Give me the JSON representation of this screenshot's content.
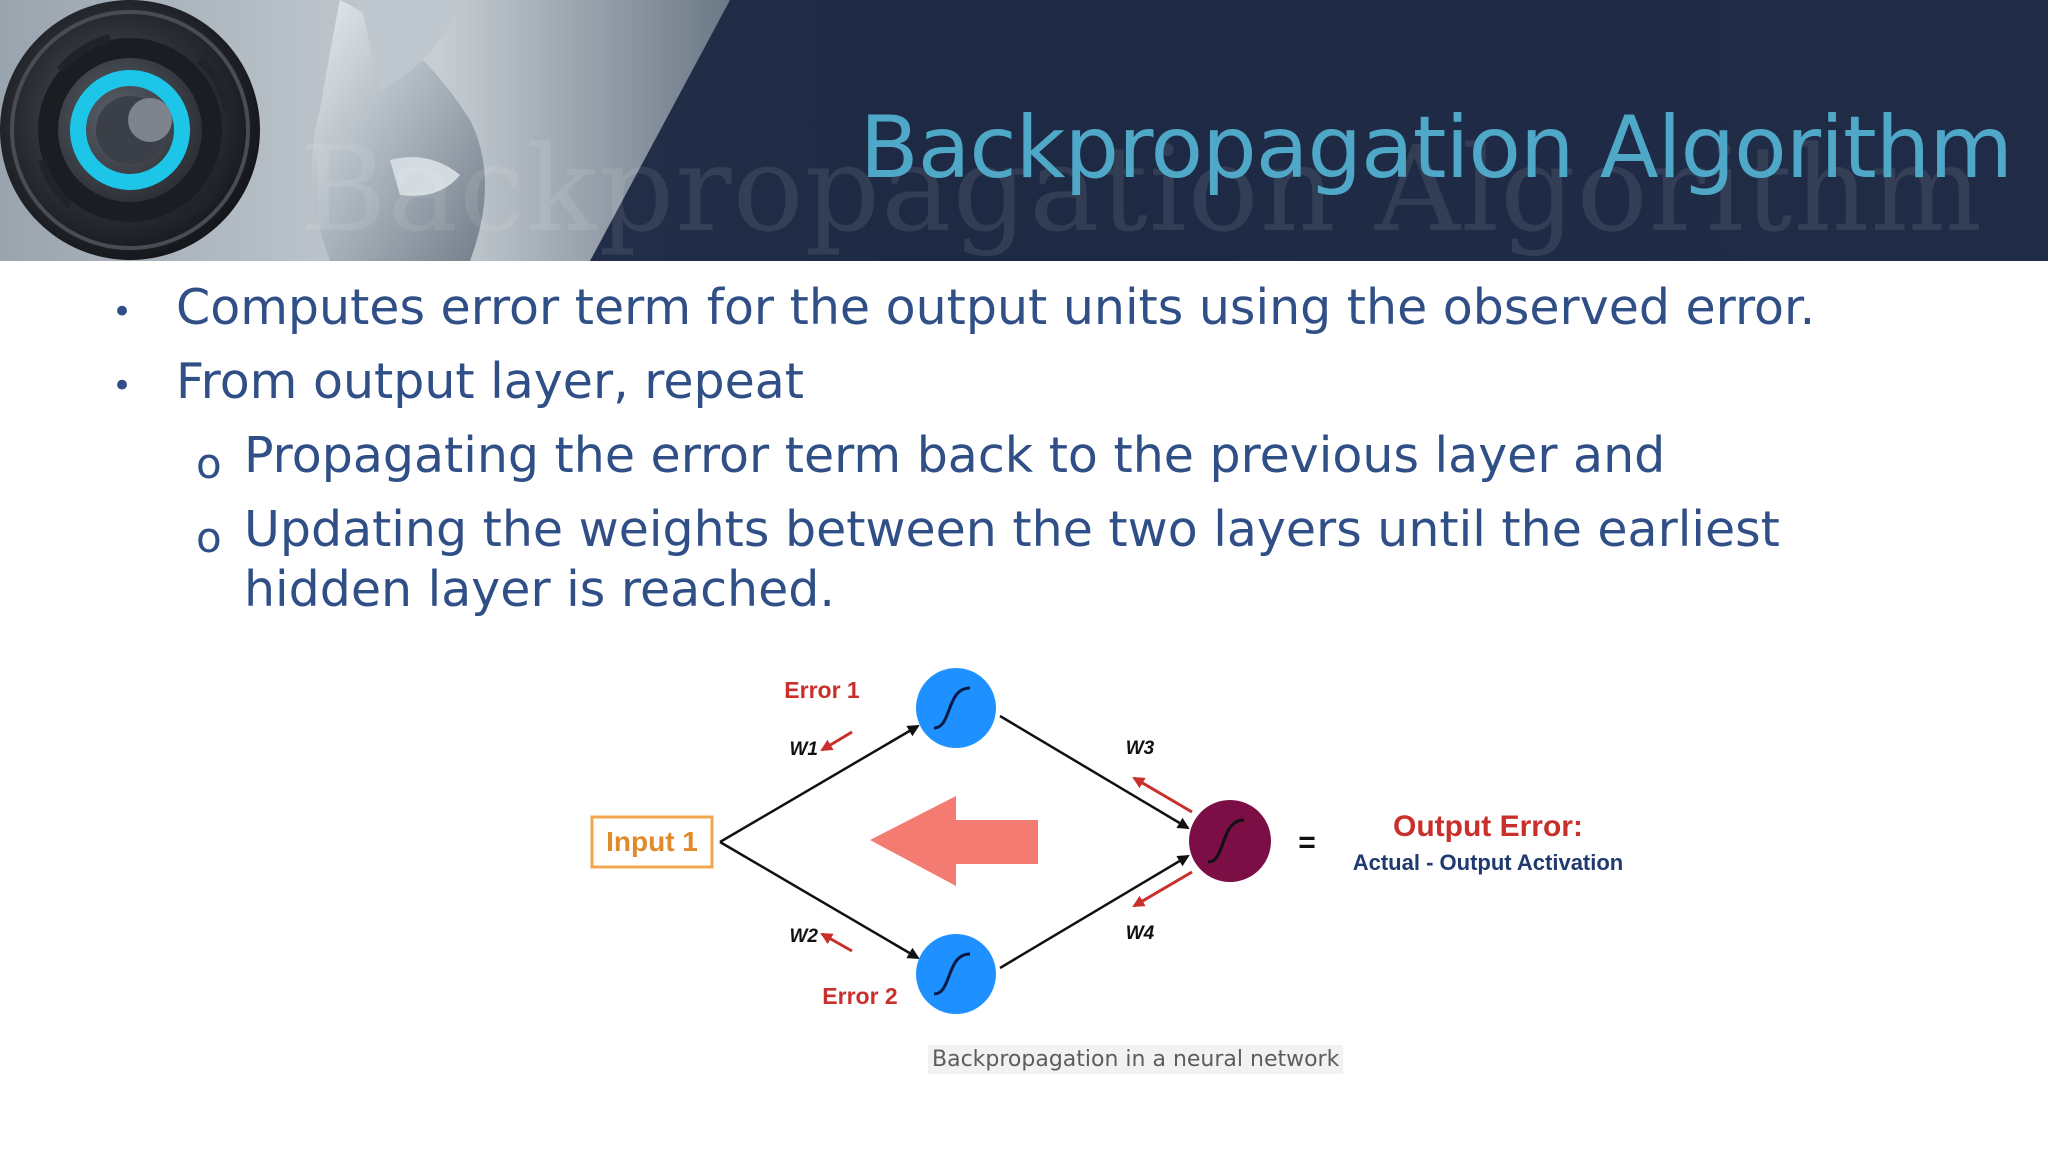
{
  "slide": {
    "title": "Backpropagation Algorithm",
    "watermark_text": "Backpropagation Algorithm"
  },
  "bullets": [
    {
      "marker": "•",
      "text": "Computes error term for the output units using the observed error."
    },
    {
      "marker": "•",
      "text": "From output layer, repeat"
    }
  ],
  "sub_bullets": [
    {
      "marker": "o",
      "lines": [
        "Propagating the error term back to the previous layer and"
      ]
    },
    {
      "marker": "o",
      "lines": [
        "Updating the weights between the two layers until the earliest",
        "hidden layer is reached."
      ]
    }
  ],
  "diagram": {
    "input_label": "Input 1",
    "error_1": "Error 1",
    "error_2": "Error 2",
    "w1": "W1",
    "w2": "W2",
    "w3": "W3",
    "w4": "W4",
    "equals": "=",
    "output_error_title": "Output Error:",
    "output_error_formula": "Actual - Output Activation",
    "caption": "Backpropagation in a neural network",
    "colors": {
      "hidden_node": "#1e90ff",
      "output_node": "#7a0e45",
      "arrow_big": "#f47b72",
      "error_text": "#c9302c",
      "input_box_border": "#f0a850",
      "input_text": "#e08a2a"
    }
  }
}
